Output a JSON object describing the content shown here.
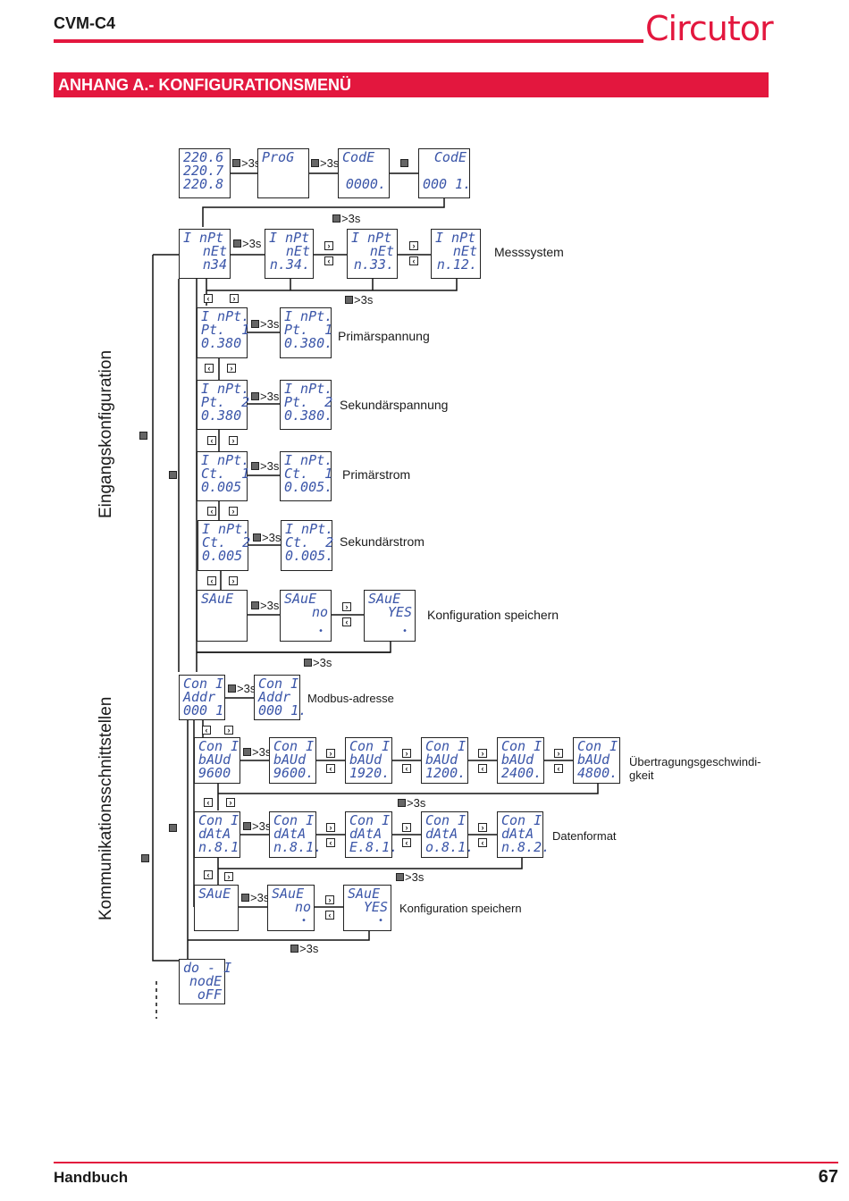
{
  "header": {
    "model": "CVM-C4",
    "brand": "Circutor"
  },
  "banner": {
    "title": "ANHANG A.- KONFIGURATIONSMENÜ"
  },
  "footer": {
    "left": "Handbuch",
    "page": "67"
  },
  "colors": {
    "accent": "#e3173e",
    "lcd": "#3a55a8"
  },
  "sections": {
    "input": "Eingangskonfiguration",
    "comm": "Kommunikationsschnittstellen"
  },
  "hold": ">3s",
  "labels": {
    "messsystem": "Messsystem",
    "primaerspannung": "Primärspannung",
    "sekundaerspannung": "Sekundärspannung",
    "primaerstrom": "Primärstrom",
    "sekundaerstrom": "Sekundärstrom",
    "save1": "Konfiguration speichern",
    "modbus": "Modbus-adresse",
    "baud1": "Übertragungsgeschwindi-",
    "baud2": "gkeit",
    "datenformat": "Datenformat",
    "save2": "Konfiguration speichern"
  },
  "screens": {
    "start": [
      "220.6",
      "220.7",
      "220.8"
    ],
    "prog": [
      "ProG",
      "",
      ""
    ],
    "code1": [
      "CodE",
      "",
      "0000."
    ],
    "code2": [
      "CodE",
      "",
      "000 1."
    ],
    "net1": [
      "I nPt",
      "nEt",
      "n34"
    ],
    "net2": [
      "I nPt",
      "nEt",
      "n.34."
    ],
    "net3": [
      "I nPt",
      "nEt",
      "n.33."
    ],
    "net4": [
      "I nPt",
      "nEt",
      "n.12."
    ],
    "pt1a": [
      "I nPt.",
      "Pt.  1",
      "0.380"
    ],
    "pt1b": [
      "I nPt.",
      "Pt.  1",
      "0.380."
    ],
    "pt2a": [
      "I nPt.",
      "Pt.  2",
      "0.380"
    ],
    "pt2b": [
      "I nPt.",
      "Pt.  2",
      "0.380."
    ],
    "ct1a": [
      "I nPt.",
      "Ct.  1",
      "0.005"
    ],
    "ct1b": [
      "I nPt.",
      "Ct.  1",
      "0.005."
    ],
    "ct2a": [
      "I nPt.",
      "Ct.  2",
      "0.005"
    ],
    "ct2b": [
      "I nPt.",
      "Ct.  2",
      "0.005."
    ],
    "sv1a": [
      "SAuE",
      "",
      ""
    ],
    "sv1b": [
      "SAuE",
      "no",
      ""
    ],
    "sv1c": [
      "SAuE",
      "YES",
      ""
    ],
    "adr1": [
      "Con I",
      "Addr",
      "000 1"
    ],
    "adr2": [
      "Con I",
      "Addr",
      "000 1."
    ],
    "bd1": [
      "Con I",
      "bAUd",
      "9600"
    ],
    "bd2": [
      "Con I",
      "bAUd",
      "9600."
    ],
    "bd3": [
      "Con I",
      "bAUd",
      "1920."
    ],
    "bd4": [
      "Con I",
      "bAUd",
      "1200."
    ],
    "bd5": [
      "Con I",
      "bAUd",
      "2400."
    ],
    "bd6": [
      "Con I",
      "bAUd",
      "4800."
    ],
    "da1": [
      "Con I",
      "dAtA",
      "n.8.1"
    ],
    "da2": [
      "Con I",
      "dAtA",
      "n.8.1."
    ],
    "da3": [
      "Con I",
      "dAtA",
      "E.8.1."
    ],
    "da4": [
      "Con I",
      "dAtA",
      "o.8.1."
    ],
    "da5": [
      "Con I",
      "dAtA",
      "n.8.2."
    ],
    "sv2a": [
      "SAuE",
      "",
      ""
    ],
    "sv2b": [
      "SAuE",
      "no",
      ""
    ],
    "sv2c": [
      "SAuE",
      "YES",
      ""
    ],
    "do1": [
      "do - I",
      "nodE",
      "oFF"
    ]
  }
}
